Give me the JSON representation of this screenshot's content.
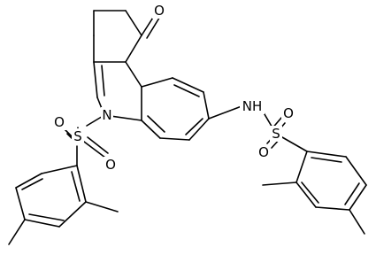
{
  "atom_labels": {
    "ketone_o": "O",
    "indole_n": "N",
    "nh": "NH",
    "s1": "S",
    "s1_o_left": "O",
    "s1_o_right": "O",
    "s2": "S",
    "s2_o_top": "O",
    "s2_o_bottom": "O"
  },
  "colors": {
    "bond": "#000000",
    "text": "#000000",
    "background": "#ffffff"
  }
}
